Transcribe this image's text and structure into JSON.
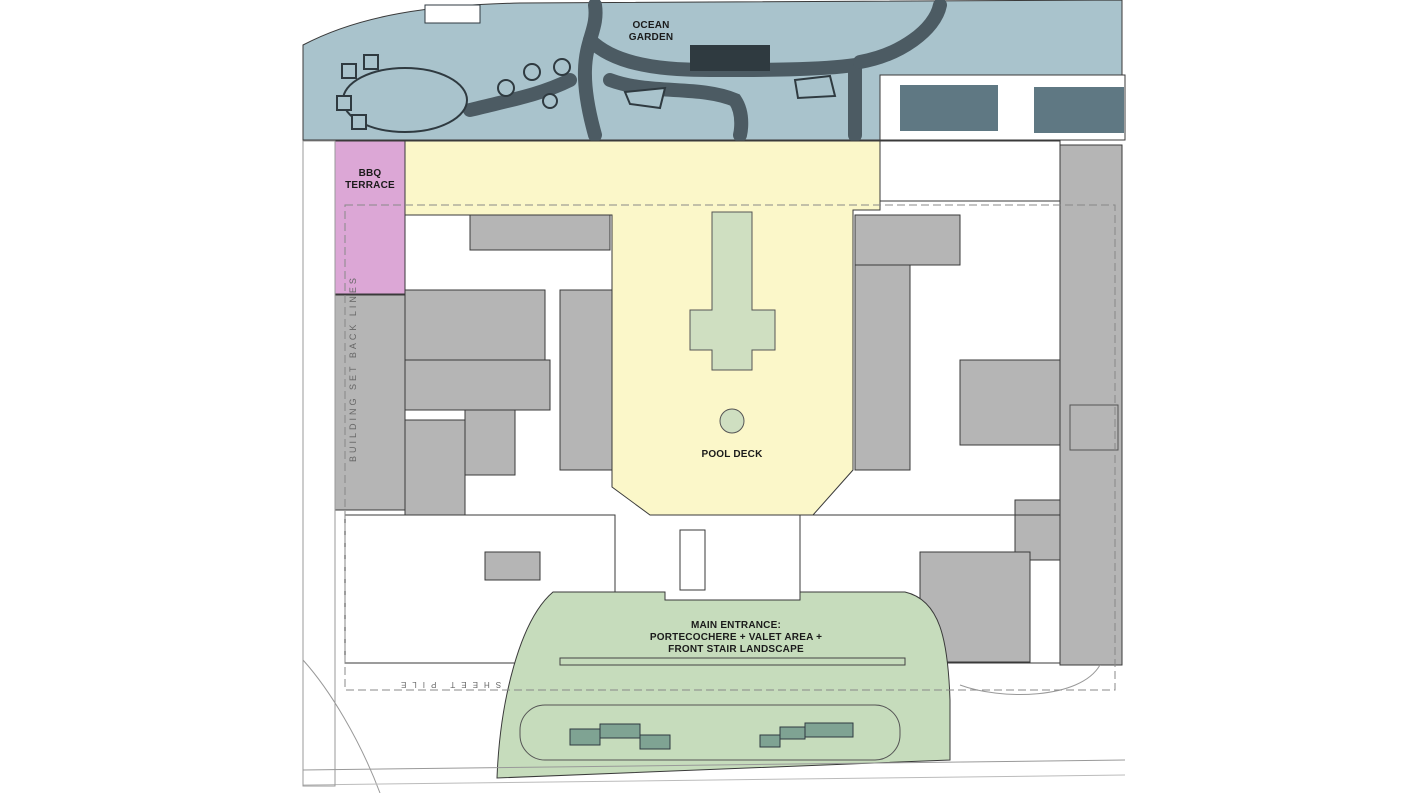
{
  "zones": {
    "ocean_garden": {
      "label": "OCEAN GARDEN",
      "color": "#a9c3cc"
    },
    "bbq_terrace": {
      "label": "BBQ TERRACE",
      "color": "#dca7d6"
    },
    "pool_deck": {
      "label": "POOL DECK",
      "color": "#fbf7c9"
    },
    "main_entrance": {
      "label": "MAIN ENTRANCE: PORTECOCHERE + VALET AREA + FRONT STAIR LANDSCAPE",
      "color": "#c6dcbc"
    }
  },
  "annotations": {
    "setback": "BUILDING SET BACK LINES",
    "sheet_pile": "SHEET PILE"
  },
  "colors": {
    "building_gray": "#b5b5b5",
    "line": "#3a3a3a",
    "path_dark": "#4c5b63"
  }
}
